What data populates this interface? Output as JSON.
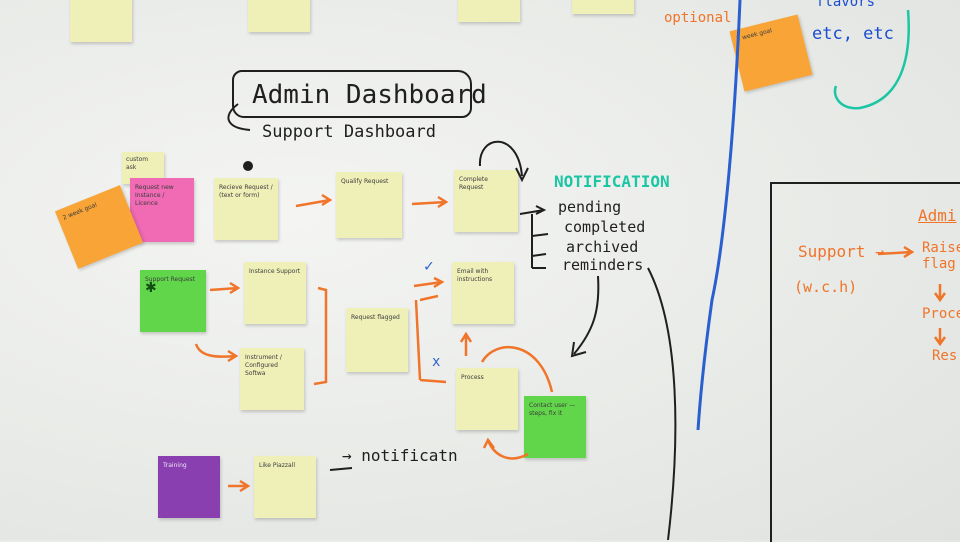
{
  "board": {
    "title": "Admin Dashboard",
    "subtitle": "Support Dashboard",
    "notification_heading": "NOTIFICATION",
    "notification_items": [
      "pending",
      "completed",
      "archived",
      "reminders"
    ],
    "notification_footer": "→ notificatn",
    "optional_label": "optional",
    "etc_label": "etc, etc",
    "flavors_label": "flavors"
  },
  "notes": {
    "custom_ask": "custom ask",
    "request_instance": "Request new Instance / Licence",
    "orange_goal": "2 week goal",
    "top_right_orange": "2 week goal",
    "receive_request": "Recieve Request / (text or form)",
    "qualify_request": "Qualify Request",
    "complete_request": "Complete Request",
    "support_request": "Support Request",
    "instance_support": "Instance Support",
    "instrument_support": "Instrument / Configured Softwa",
    "request_flagged": "Request flagged",
    "email_instructions": "Email with instructions",
    "process": "Process",
    "contact_user": "Contact user — steps, fix it",
    "purple_note": "Training",
    "like_piazzal": "Like Piazzall"
  },
  "right_panel": {
    "heading": "Admi",
    "support_label": "Support →",
    "support_sub": "(w.c.h)",
    "raise_label": "Raise flag",
    "process_label": "Proce",
    "resolve_label": "Res"
  },
  "marks": {
    "check": "✓",
    "cross": "x",
    "star": "✱"
  },
  "colors": {
    "marker_black": "#1f1f1f",
    "marker_orange": "#f0742a",
    "marker_teal": "#1cc6a4",
    "marker_blue": "#2a5fd0",
    "note_yellow": "#eef0b8",
    "note_pink": "#f06ab4",
    "note_orange": "#f8a437",
    "note_green": "#61d64a",
    "note_purple": "#8a3fb0"
  }
}
